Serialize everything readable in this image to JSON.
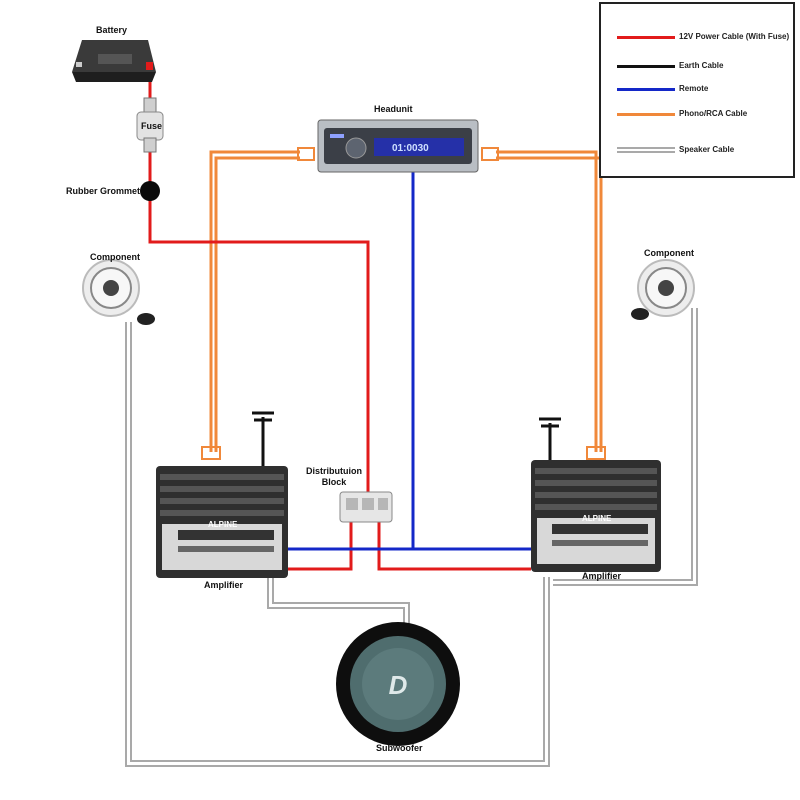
{
  "colors": {
    "power": "#e21b1b",
    "earth": "#111111",
    "remote": "#1428c8",
    "rca": "#f0883a",
    "speaker": "#a9a9a9"
  },
  "labels": {
    "battery": "Battery",
    "fuse": "Fuse",
    "grommet": "Rubber Grommet",
    "headunit": "Headunit",
    "component_left": "Component",
    "component_right": "Component",
    "distribution_block": "Distributuion\nBlock",
    "amplifier_left": "Amplifier",
    "amplifier_right": "Amplifier",
    "subwoofer": "Subwoofer"
  },
  "headunit_display": "01:0030",
  "amp_brand": "ALPINE",
  "legend": [
    {
      "label": "12V Power Cable (With Fuse)",
      "color_key": "power"
    },
    {
      "label": "Earth Cable",
      "color_key": "earth"
    },
    {
      "label": "Remote",
      "color_key": "remote"
    },
    {
      "label": "Phono/RCA Cable",
      "color_key": "rca"
    },
    {
      "label": "Speaker Cable",
      "color_key": "speaker"
    }
  ],
  "icons": [
    "battery-icon",
    "fuse-icon",
    "grommet-icon",
    "headunit-icon",
    "component-speaker-icon",
    "amplifier-icon",
    "distribution-block-icon",
    "subwoofer-icon",
    "ground-symbol-icon"
  ]
}
